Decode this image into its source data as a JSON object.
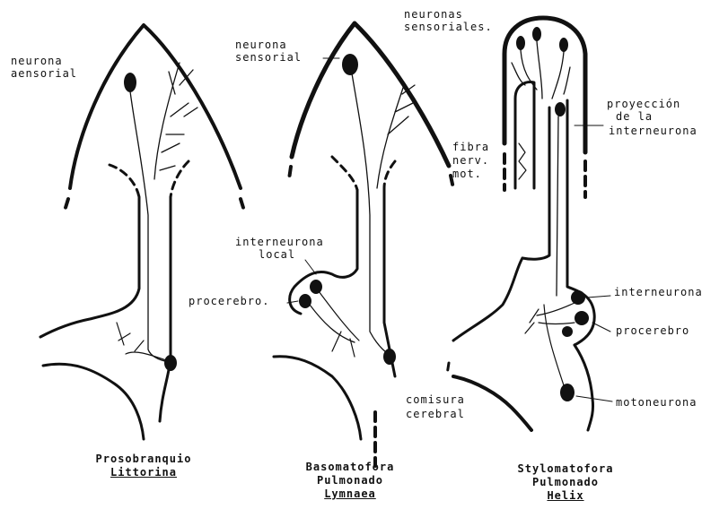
{
  "panels": [
    {
      "caption_line1": "Prosobranquio",
      "caption_genus": "Littorina",
      "labels": {
        "sensory_neuron_1": "neurona",
        "sensory_neuron_2": "aensorial"
      }
    },
    {
      "caption_line1": "Basomatofora",
      "caption_line2": "Pulmonado",
      "caption_genus": "Lymnaea",
      "labels": {
        "sensory_neuron_1": "neurona",
        "sensory_neuron_2": "sensorial",
        "local_interneuron_1": "interneurona",
        "local_interneuron_2": "local",
        "procerebrum": "procerebro."
      }
    },
    {
      "caption_line1": "Stylomatofora",
      "caption_line2": "Pulmonado",
      "caption_genus": "Helix",
      "labels": {
        "sensory_neurons_1": "neuronas",
        "sensory_neurons_2": "sensoriales.",
        "projection_1": "proyección",
        "projection_2": "de la",
        "projection_3": "interneurona",
        "motor_fiber_1": "fibra",
        "motor_fiber_2": "nerv.",
        "motor_fiber_3": "mot.",
        "interneuron": "interneurona",
        "procerebrum": "procerebro",
        "motoneuron": "motoneurona",
        "commissure_1": "comisura",
        "commissure_2": "cerebral"
      }
    }
  ]
}
